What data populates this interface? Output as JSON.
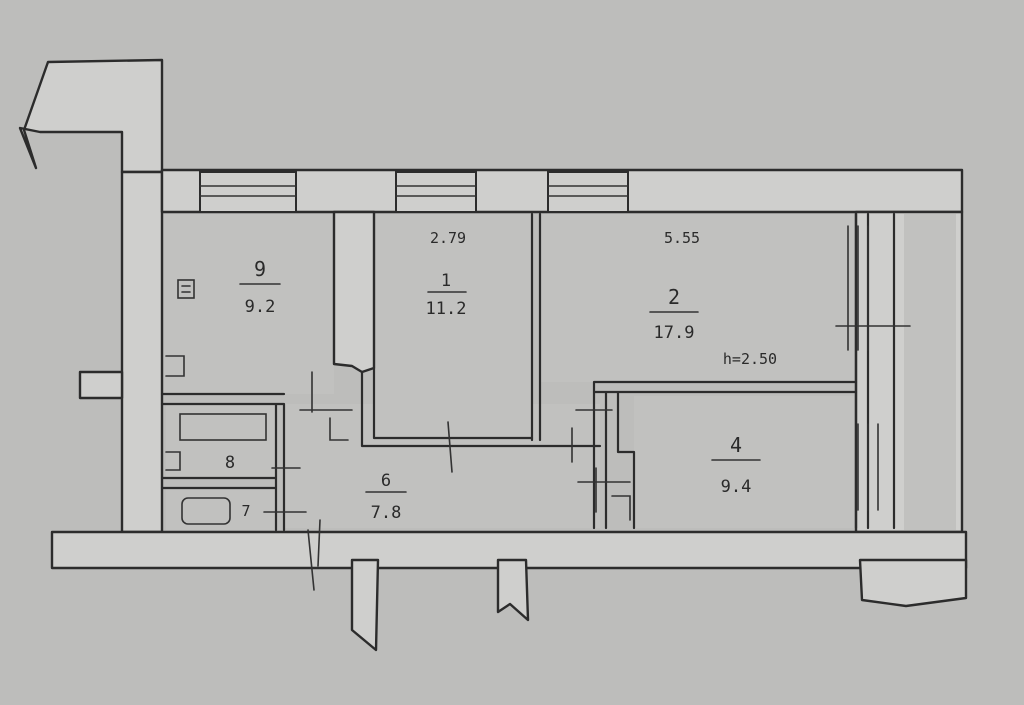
{
  "plan": {
    "dimensions": {
      "top_middle": "2.79",
      "top_right": "5.55"
    },
    "ceiling_height": "h=2.50",
    "rooms": [
      {
        "id": "9",
        "area": "9.2"
      },
      {
        "id": "1",
        "area": "11.2"
      },
      {
        "id": "2",
        "area": "17.9"
      },
      {
        "id": "4",
        "area": "9.4"
      },
      {
        "id": "6",
        "area": "7.8"
      },
      {
        "id": "8",
        "area": ""
      },
      {
        "id": "7",
        "area": ""
      }
    ]
  }
}
